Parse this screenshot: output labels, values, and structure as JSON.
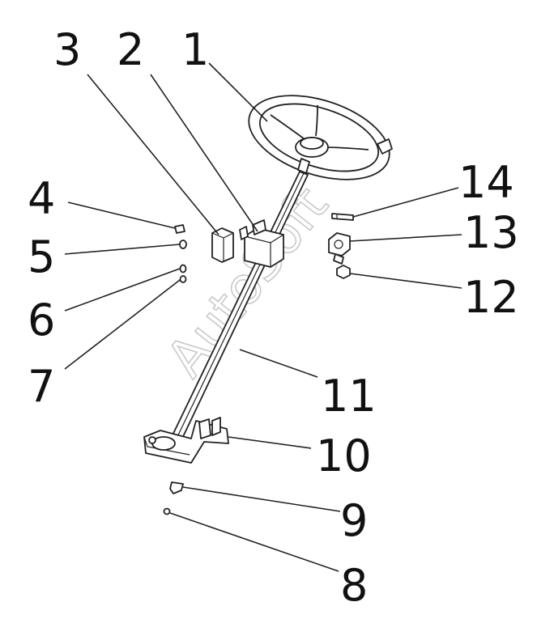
{
  "callouts": {
    "c1": "1",
    "c2": "2",
    "c3": "3",
    "c4": "4",
    "c5": "5",
    "c6": "6",
    "c7": "7",
    "c8": "8",
    "c9": "9",
    "c10": "10",
    "c11": "11",
    "c12": "12",
    "c13": "13",
    "c14": "14"
  },
  "watermark": "AutoSoft",
  "colors": {
    "line": "#222222",
    "watermark": "#c9c9c9",
    "background": "#ffffff"
  }
}
